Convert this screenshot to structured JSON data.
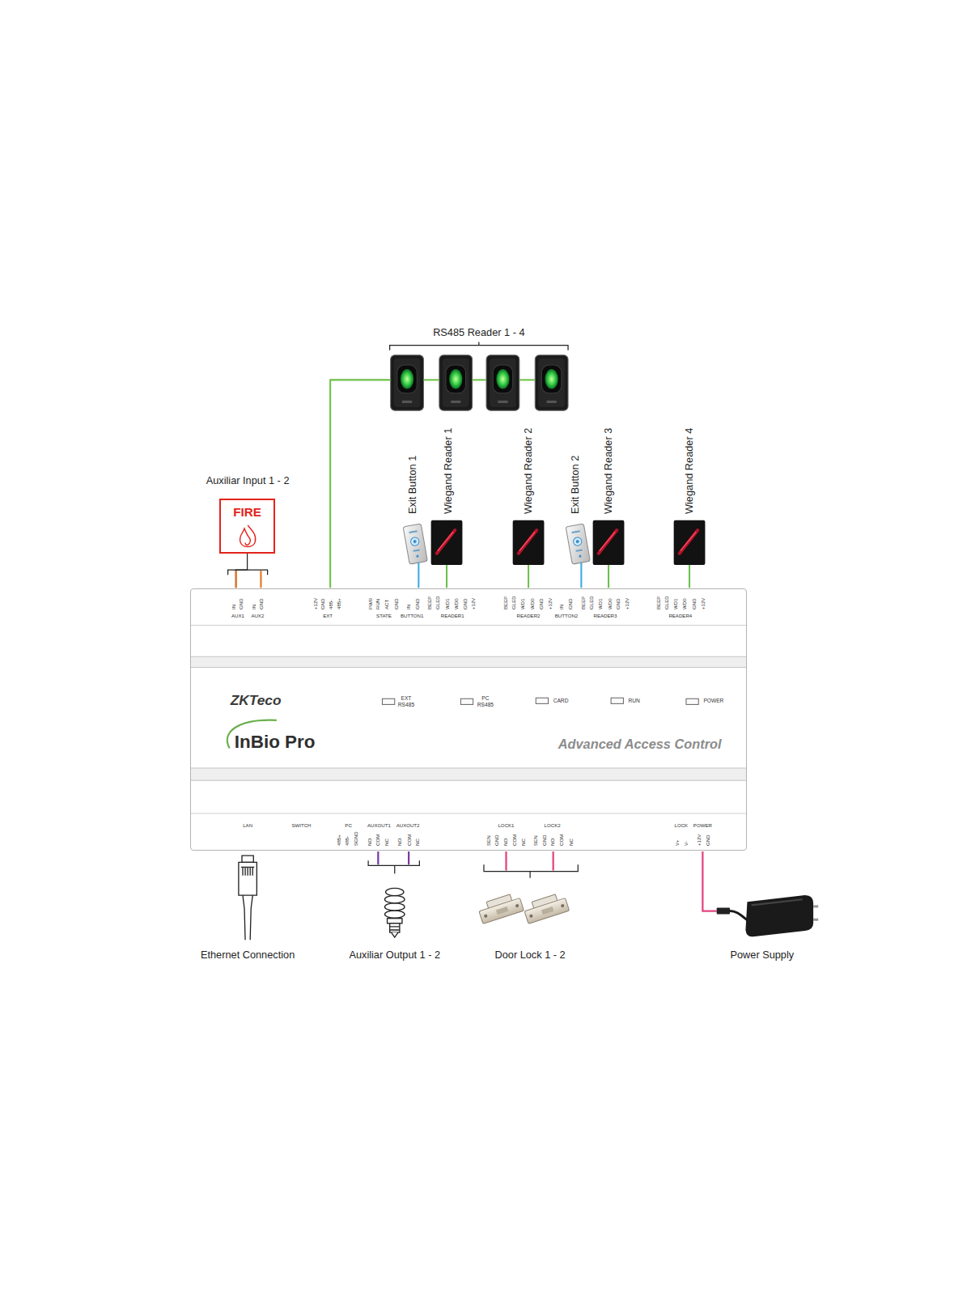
{
  "diagram": {
    "nodes": [
      {
        "text": [
          "FIRE"
        ]
      },
      {
        "text": [
          "ZKTeco",
          "InBio Pro",
          "Advanced Access Control"
        ]
      }
    ],
    "edges": [
      {
        "from": 0,
        "to": 1,
        "arrow": "none"
      }
    ],
    "labels": [
      "RS485 Reader 1 - 4",
      "Exit Button 1",
      "Wiegand Reader 1",
      "Wiegand Reader 2",
      "Exit Button 2",
      "Wiegand Reader 3",
      "Wiegand Reader 4",
      "Auxiliar Input 1 - 2",
      "IN",
      "GND",
      "AUX1",
      "IN",
      "GND",
      "AUX2",
      "+12V",
      "GND",
      "485-",
      "485+",
      "EXT",
      "PWR",
      "RUN",
      "ACT",
      "GND",
      "STATE",
      "IN",
      "GND",
      "BUTTON1",
      "BEEP",
      "GLED",
      "WD1",
      "WD0",
      "GND",
      "+12V",
      "READER1",
      "BEEP",
      "GLED",
      "WD1",
      "WD0",
      "GND",
      "+12V",
      "READER2",
      "IN",
      "GND",
      "BUTTON2",
      "BEEP",
      "GLED",
      "WD1",
      "WD0",
      "GND",
      "+12V",
      "READER3",
      "BEEP",
      "GLED",
      "WD1",
      "WD0",
      "GND",
      "+12V",
      "READER4",
      "EXT RS485",
      "PC RS485",
      "CARD",
      "RUN",
      "POWER",
      "LAN",
      "SWITCH",
      "PC",
      "485+",
      "485-",
      "SGND",
      "AUXOUT1",
      "NO",
      "COM",
      "NC",
      "AUXOUT2",
      "NO",
      "COM",
      "NC",
      "LOCK1",
      "SEN",
      "GND",
      "NO",
      "COM",
      "NC",
      "LOCK2",
      "SEN",
      "GND",
      "NO",
      "COM",
      "NC",
      "LOCK",
      "V+",
      "V-",
      "POWER",
      "+12V",
      "GND",
      "Ethernet Connection",
      "Auxiliar Output 1 - 2",
      "Door Lock 1 - 2",
      "Power Supply"
    ]
  }
}
